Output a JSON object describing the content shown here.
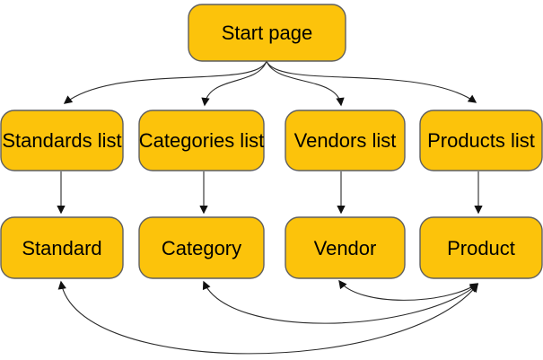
{
  "colors": {
    "background": "#ffffff",
    "node_fill": "#fcc30b",
    "node_border": "#5f5f5f",
    "connector": "#2b2b2b",
    "arrowhead": "#111111",
    "text": "#000000"
  },
  "nodes": {
    "start_page": {
      "label": "Start page"
    },
    "standards_list": {
      "label": "Standards list"
    },
    "categories_list": {
      "label": "Categories list"
    },
    "vendors_list": {
      "label": "Vendors list"
    },
    "products_list": {
      "label": "Products list"
    },
    "standard": {
      "label": "Standard"
    },
    "category": {
      "label": "Category"
    },
    "vendor": {
      "label": "Vendor"
    },
    "product": {
      "label": "Product"
    }
  },
  "edges": [
    {
      "from": "start_page",
      "to": "standards_list",
      "arrow": "one-way"
    },
    {
      "from": "start_page",
      "to": "categories_list",
      "arrow": "one-way"
    },
    {
      "from": "start_page",
      "to": "vendors_list",
      "arrow": "one-way"
    },
    {
      "from": "start_page",
      "to": "products_list",
      "arrow": "one-way"
    },
    {
      "from": "standards_list",
      "to": "standard",
      "arrow": "one-way"
    },
    {
      "from": "categories_list",
      "to": "category",
      "arrow": "one-way"
    },
    {
      "from": "vendors_list",
      "to": "vendor",
      "arrow": "one-way"
    },
    {
      "from": "products_list",
      "to": "product",
      "arrow": "one-way"
    },
    {
      "from": "product",
      "to": "standard",
      "arrow": "two-way"
    },
    {
      "from": "product",
      "to": "category",
      "arrow": "two-way"
    },
    {
      "from": "product",
      "to": "vendor",
      "arrow": "two-way"
    }
  ]
}
